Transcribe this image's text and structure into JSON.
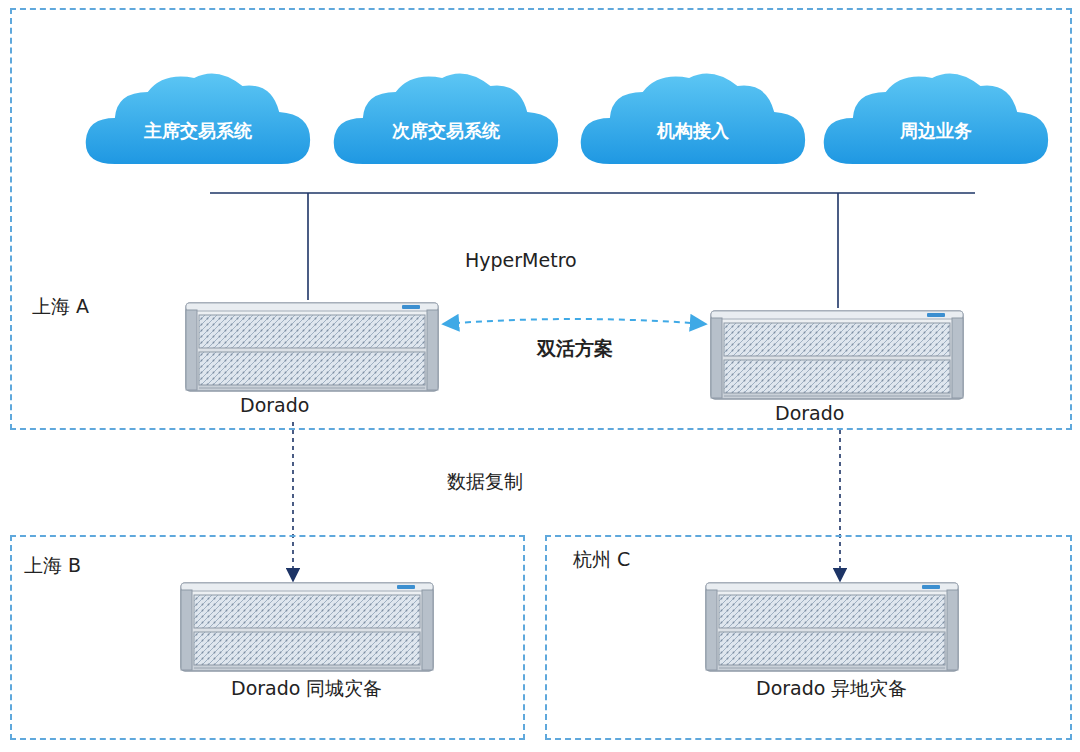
{
  "diagram": {
    "nodes": [
      {
        "text": [
          "上海 A"
        ]
      },
      {
        "text": [
          "主席交易系统"
        ],
        "in": 0
      },
      {
        "text": [
          "次席交易系统"
        ],
        "in": 0
      },
      {
        "text": [
          "机构接入"
        ],
        "in": 0
      },
      {
        "text": [
          "周边业务"
        ],
        "in": 0
      },
      {
        "text": [
          "Dorado"
        ],
        "in": 0
      },
      {
        "text": [
          "Dorado"
        ],
        "in": 0
      },
      {
        "text": [
          "上海 B"
        ]
      },
      {
        "text": [
          "Dorado 同城灾备"
        ],
        "in": 7
      },
      {
        "text": [
          "杭州 C"
        ]
      },
      {
        "text": [
          "Dorado 异地灾备"
        ],
        "in": 9
      }
    ],
    "edges": [
      {
        "from": 5,
        "to": 6,
        "arrow": "both",
        "label": "双活方案"
      },
      {
        "from": 5,
        "to": 8,
        "arrow": "to"
      },
      {
        "from": 6,
        "to": 10,
        "arrow": "to"
      }
    ],
    "labels": [
      "HyperMetro",
      "数据复制"
    ]
  }
}
